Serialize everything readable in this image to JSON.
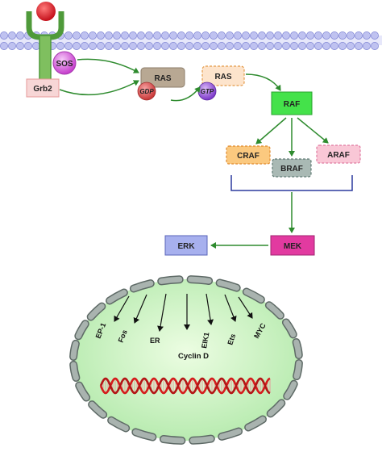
{
  "labels": {
    "grb2": "Grb2",
    "sos": "SOS",
    "ras_gdp": "RAS",
    "gdp": "GDP",
    "ras_gtp": "RAS",
    "gtp": "GTP",
    "raf": "RAF",
    "craf": "CRAF",
    "braf": "BRAF",
    "araf": "ARAF",
    "mek": "MEK",
    "erk": "ERK",
    "cyclin_d": "Cyclin D"
  },
  "nuclear_targets": [
    "EP-1",
    "Fos",
    "ER",
    "EIK1",
    "Ets",
    "MYC"
  ],
  "colors": {
    "membrane_head": "#bfc2f0",
    "receptor": "#7fbf5f",
    "ligand": "#e0202a",
    "sos": "#d24fd8",
    "grb2_box": "#f7d6d6",
    "ras_box": "#b8a893",
    "gdp_ball": "#d34a4a",
    "gtp_ball": "#8a4fd2",
    "raf_box": "#44e24a",
    "craf_box": "#fbc97f",
    "braf_box": "#a9b9b4",
    "araf_box": "#f9c7d6",
    "mek_box": "#e23aa0",
    "erk_box": "#a7b0ee",
    "arrow": "#2e8b2e",
    "bracket": "#2b3a9e",
    "nucleus": "#d8f5c8",
    "envelope": "#9aa5a0",
    "dna_red": "#d41c1c"
  }
}
